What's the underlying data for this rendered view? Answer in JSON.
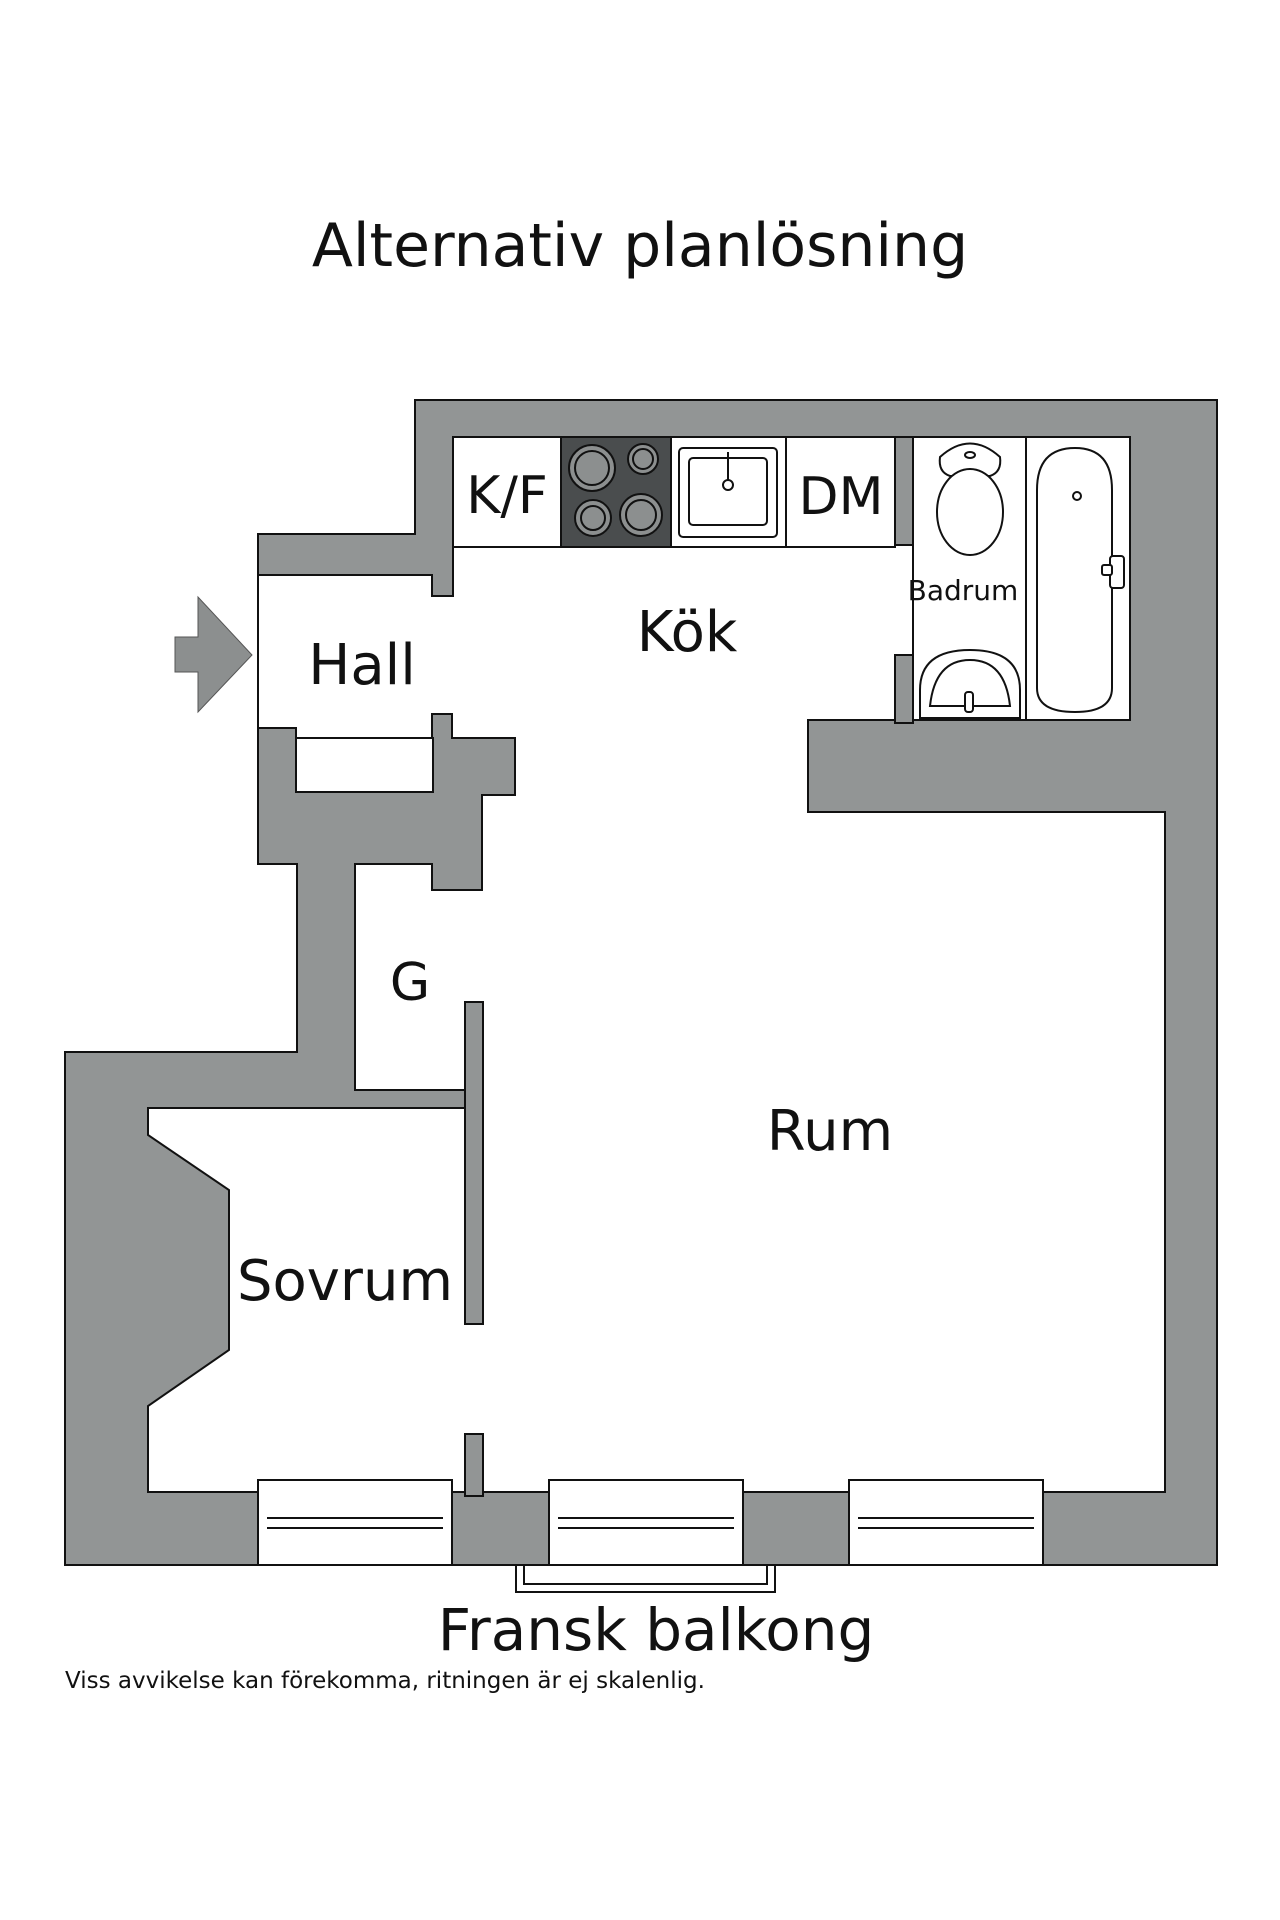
{
  "title": "Alternativ planlösning",
  "rooms": {
    "kitchen": "Kök",
    "hall": "Hall",
    "bathroom": "Badrum",
    "wardrobe": "G",
    "living_room": "Rum",
    "bedroom": "Sovrum"
  },
  "appliances": {
    "fridge_freezer": "K/F",
    "dishwasher": "DM"
  },
  "balcony_label": "Fransk balkong",
  "disclaimer": "Viss avvikelse kan förekomma, ritningen är ej skalenlig.",
  "colors": {
    "wall": "#929595",
    "stove": "#4a4d4e",
    "arrow": "#8c8f8f",
    "line": "#111111",
    "floor": "#ffffff"
  }
}
